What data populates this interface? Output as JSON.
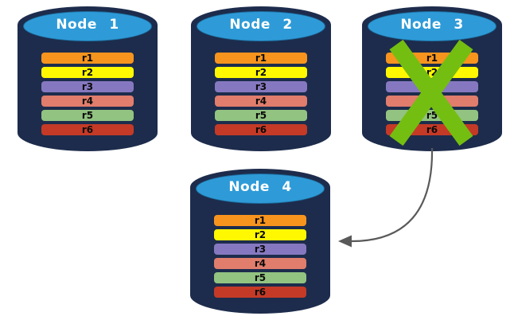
{
  "nodes": [
    {
      "label": "Node 1",
      "failed": false
    },
    {
      "label": "Node 2",
      "failed": false
    },
    {
      "label": "Node 3",
      "failed": true
    },
    {
      "label": "Node 4",
      "failed": false
    }
  ],
  "rows": [
    {
      "label": "r1",
      "color": "#F7941E"
    },
    {
      "label": "r2",
      "color": "#FFF800"
    },
    {
      "label": "r3",
      "color": "#8678C0"
    },
    {
      "label": "r4",
      "color": "#E07D6C"
    },
    {
      "label": "r5",
      "color": "#92C381"
    },
    {
      "label": "r6",
      "color": "#C53A27"
    }
  ],
  "annotations": {
    "failure_x": {
      "color": "#74BE11",
      "on_node": "Node 3"
    },
    "arrow": {
      "color": "#595959",
      "from": "Node 3",
      "to": "Node 4"
    }
  },
  "palette": {
    "cylinder_body": "#1D2C4C",
    "cylinder_cap": "#2E9BD8",
    "title_text": "#FFFFFF",
    "bar_text": "#0A0A0A",
    "background": "#FFFFFF"
  }
}
